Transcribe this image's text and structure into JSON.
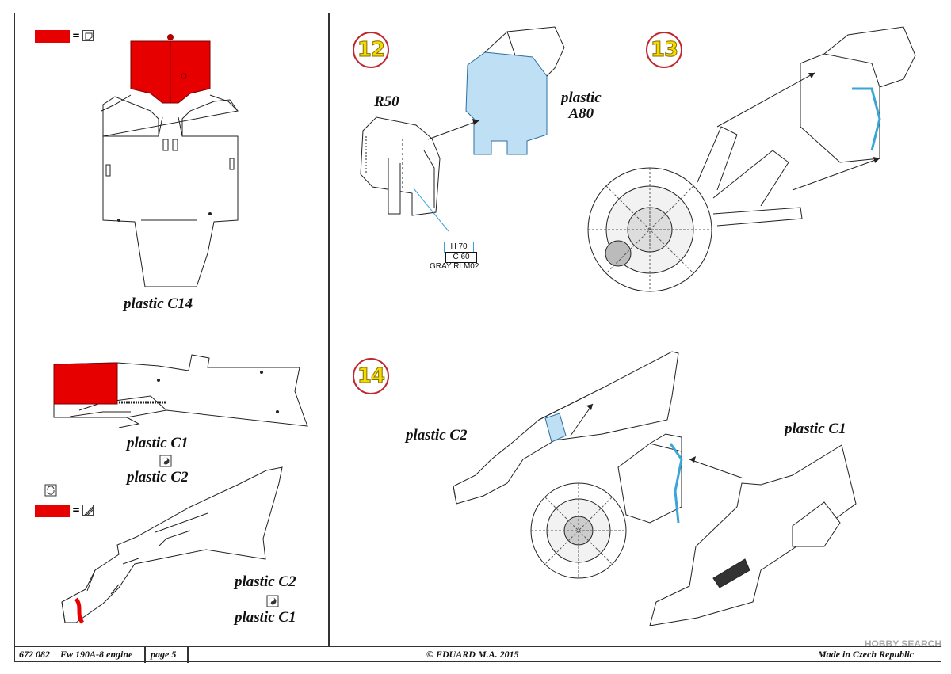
{
  "footer": {
    "kit_number": "672 082",
    "title": "Fw 190A-8 engine",
    "page": "page 5",
    "copyright": "© EDUARD  M.A. 2015",
    "origin": "Made in Czech Republic"
  },
  "left_panel": {
    "legend_top_icon": "photo-etch-icon",
    "label_c14": "plastic C14",
    "label_c1_top": "plastic C1",
    "label_c2_mid": "plastic C2",
    "legend_mid_icon": "reverse-side-icon",
    "legend_bottom_icon": "bend-icon",
    "label_c2_bottom": "plastic C2",
    "label_c1_bottom": "plastic C1",
    "glue_icon": "glue-symbol-icon"
  },
  "steps": [
    {
      "number": "12",
      "label_r50": "R50",
      "label_a80": "plastic\nA80",
      "paint_h": "H 70",
      "paint_c": "C 60",
      "paint_name": "GRAY RLM02"
    },
    {
      "number": "13"
    },
    {
      "number": "14",
      "label_c2": "plastic C2",
      "label_c1": "plastic C1"
    }
  ],
  "colors": {
    "photo_etch_red": "#e60000",
    "highlight_blue": "#8fc6e8",
    "step_circle": "#c0262d",
    "step_number": "#f2dc00"
  },
  "watermark": "HOBBY SEARCH"
}
